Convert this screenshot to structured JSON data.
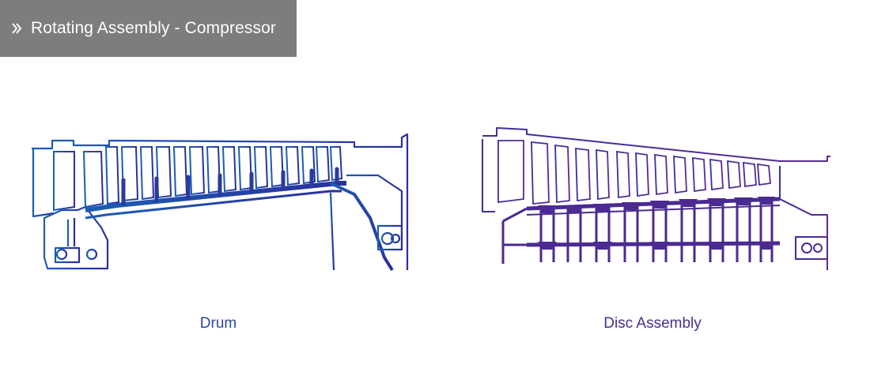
{
  "header": {
    "title": "Rotating Assembly - Compressor",
    "icon": "double-chevron-right-icon",
    "background_color": "#7d7d7d",
    "text_color": "#ffffff"
  },
  "figures": [
    {
      "id": "drum",
      "caption": "Drum",
      "caption_color": "#2e4a9a",
      "gradient": [
        "#1a5fb4",
        "#2b2f9c"
      ]
    },
    {
      "id": "disc",
      "caption": "Disc Assembly",
      "caption_color": "#4a2f8f",
      "gradient": [
        "#3a2f9e",
        "#5b2c8c"
      ]
    }
  ]
}
